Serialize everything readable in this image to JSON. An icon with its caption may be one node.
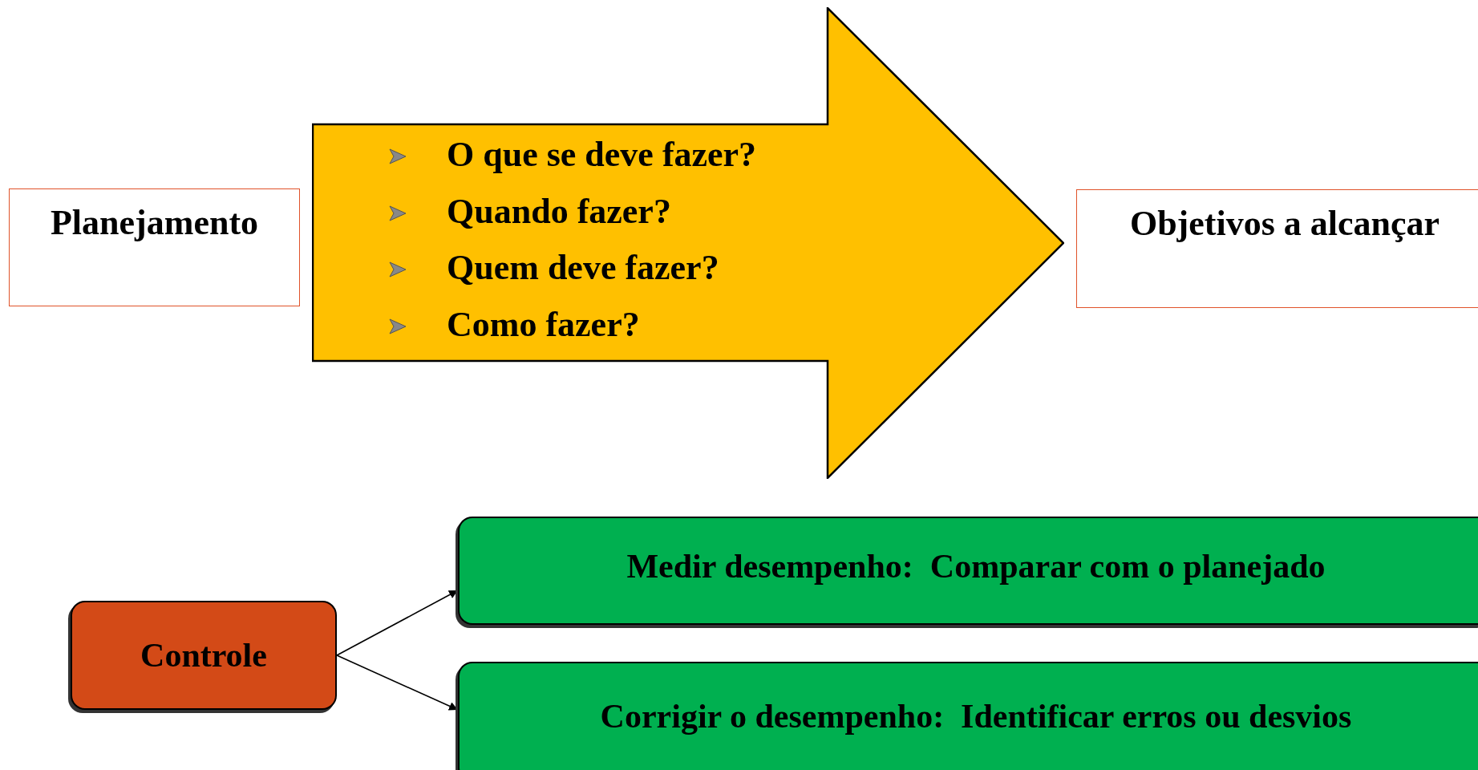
{
  "diagram": {
    "nodes": [
      {
        "text": [
          "Planejamento"
        ]
      },
      {
        "text": [
          "O que se deve fazer?",
          "Quando fazer?",
          "Quem deve fazer?",
          "Como fazer?"
        ]
      },
      {
        "text": [
          "Objetivos a alcançar"
        ]
      },
      {
        "text": [
          "Controle"
        ]
      },
      {
        "text": [
          "Medir desempenho:  Comparar com o planejado"
        ]
      },
      {
        "text": [
          "Corrigir o desempenho:  Identificar erros ou desvios"
        ]
      }
    ],
    "edges": [
      {
        "from": 3,
        "to": 4,
        "arrow": "to"
      },
      {
        "from": 3,
        "to": 5,
        "arrow": "to"
      }
    ]
  }
}
